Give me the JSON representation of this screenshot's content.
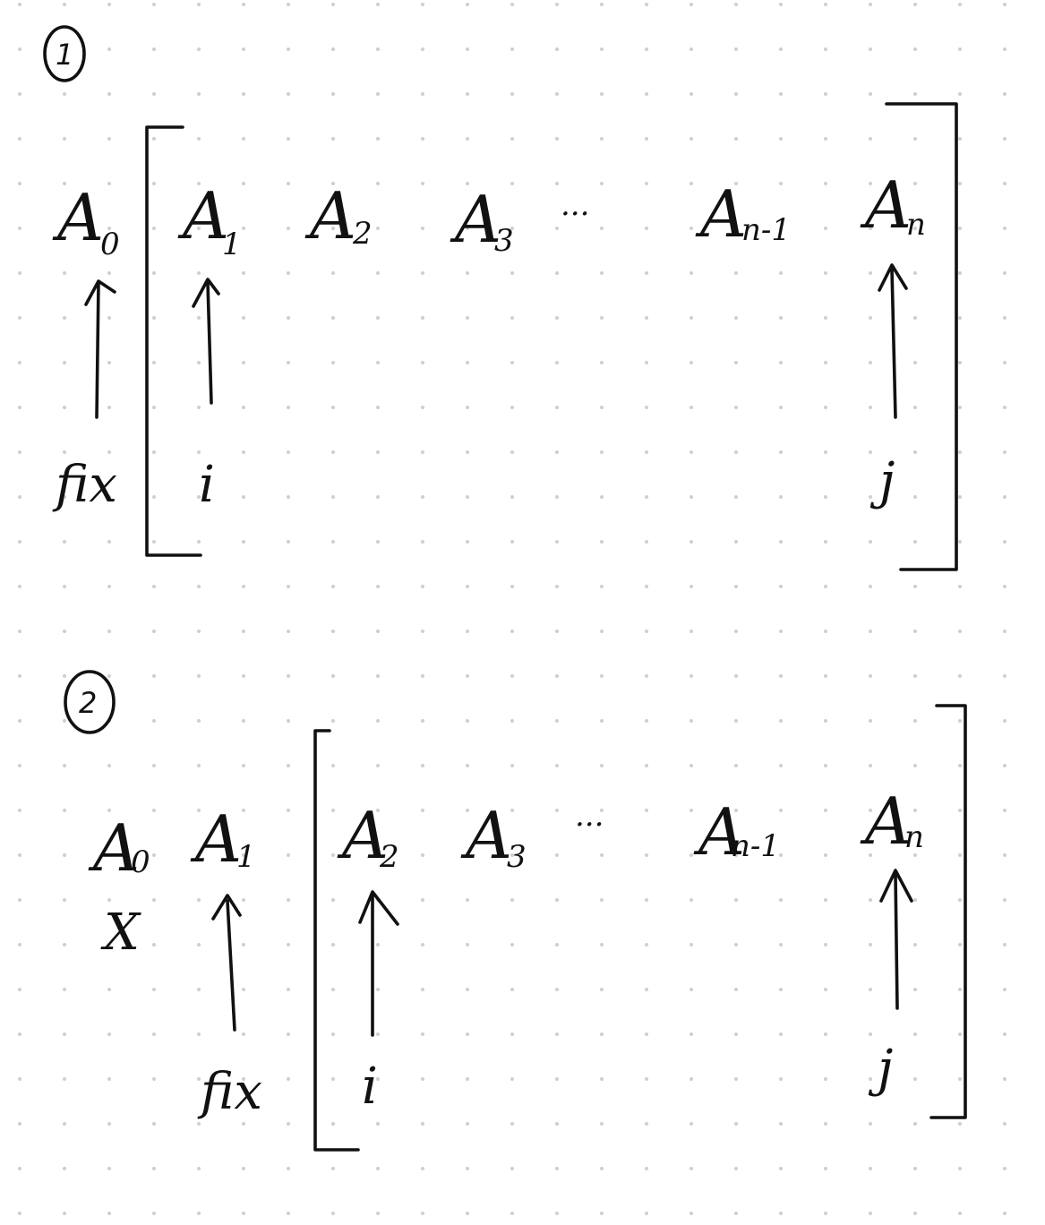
{
  "background": {
    "paper": "#ffffff",
    "dot_color": "#cfcfcf",
    "ink_color": "#111111"
  },
  "sections": [
    {
      "number": "1",
      "outside": [
        {
          "base": "A",
          "sub": "0",
          "label_below": "fix"
        }
      ],
      "inside": [
        {
          "base": "A",
          "sub": "1",
          "label_below": "i"
        },
        {
          "base": "A",
          "sub": "2"
        },
        {
          "base": "A",
          "sub": "3"
        },
        {
          "ellipsis": "..."
        },
        {
          "base": "A",
          "sub": "n-1"
        },
        {
          "base": "A",
          "sub": "n",
          "label_below": "j"
        }
      ]
    },
    {
      "number": "2",
      "outside": [
        {
          "base": "A",
          "sub": "0",
          "mark_below": "X"
        },
        {
          "base": "A",
          "sub": "1",
          "label_below": "fix"
        }
      ],
      "inside": [
        {
          "base": "A",
          "sub": "2",
          "label_below": "i"
        },
        {
          "base": "A",
          "sub": "3"
        },
        {
          "ellipsis": "..."
        },
        {
          "base": "A",
          "sub": "n-1"
        },
        {
          "base": "A",
          "sub": "n",
          "label_below": "j"
        }
      ]
    }
  ]
}
